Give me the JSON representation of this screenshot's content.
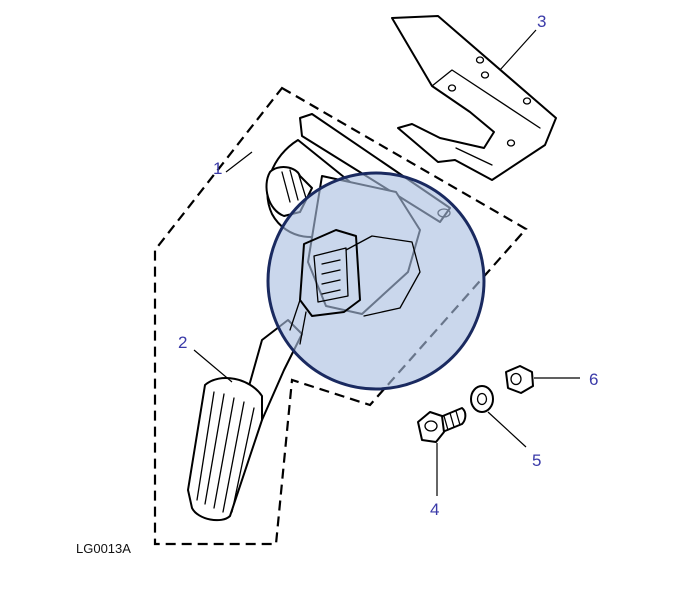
{
  "diagram": {
    "reference_code": "LG0013A",
    "highlight_color": "#a9bfe0",
    "callout_color": "#3a3aa8",
    "callouts": [
      {
        "number": "1",
        "part": "accelerator pedal assembly"
      },
      {
        "number": "2",
        "part": "pedal pad"
      },
      {
        "number": "3",
        "part": "mounting bracket"
      },
      {
        "number": "4",
        "part": "bolt"
      },
      {
        "number": "5",
        "part": "washer"
      },
      {
        "number": "6",
        "part": "nut"
      }
    ]
  }
}
